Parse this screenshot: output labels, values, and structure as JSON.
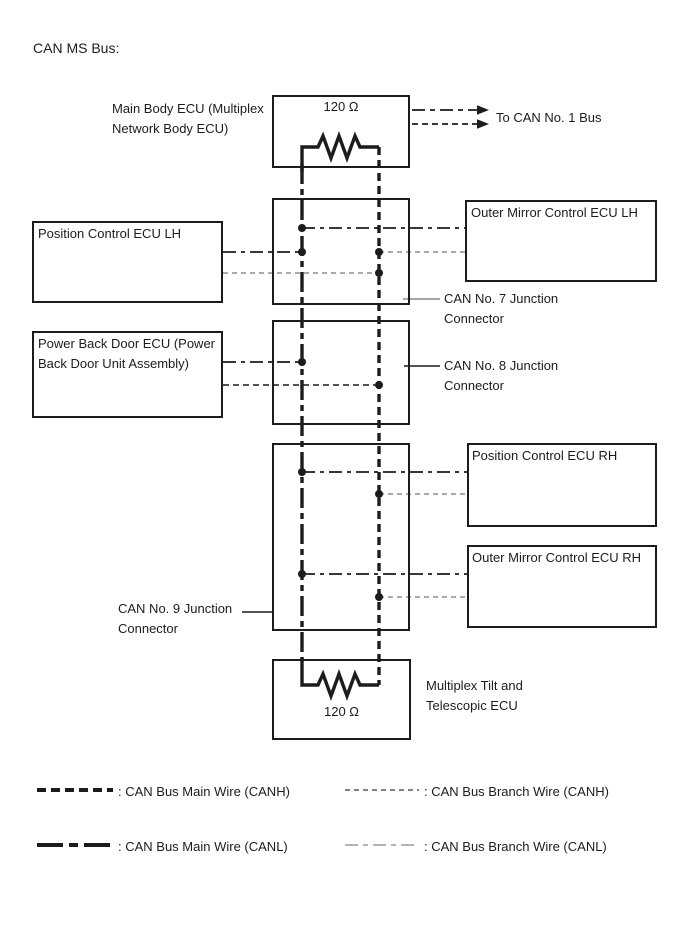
{
  "title": "CAN MS Bus:",
  "colors": {
    "ink": "#1c1c1c",
    "branch-gray": "#8f8f8f",
    "legend-branch-canh": "#595959",
    "legend-branch-canl": "#9a9a9a",
    "leader-gray": "#8a8a8a",
    "background": "#ffffff"
  },
  "top_terminator": {
    "resistance": "120 Ω",
    "ecu_label": "Main Body ECU (Multiplex\nNetwork Body ECU)",
    "bus_label": "To CAN No. 1 Bus"
  },
  "bottom_terminator": {
    "resistance": "120 Ω",
    "ecu_label": "Multiplex Tilt and\nTelescopic ECU"
  },
  "ecus": {
    "position_lh": "Position Control ECU LH",
    "outer_mirror_lh": "Outer Mirror Control ECU LH",
    "power_back_door": "Power Back Door ECU (Power\nBack Door Unit Assembly)",
    "position_rh": "Position Control ECU RH",
    "outer_mirror_rh": "Outer Mirror Control ECU RH"
  },
  "junction_connectors": {
    "no7": "CAN No. 7 Junction\nConnector",
    "no8": "CAN No. 8 Junction\nConnector",
    "no9": "CAN No. 9 Junction\nConnector"
  },
  "legend": {
    "main_canh": ": CAN Bus Main Wire (CANH)",
    "branch_canh": ": CAN Bus Branch Wire (CANH)",
    "main_canl": ": CAN Bus Main Wire (CANL)",
    "branch_canl": ": CAN Bus Branch Wire (CANL)"
  }
}
